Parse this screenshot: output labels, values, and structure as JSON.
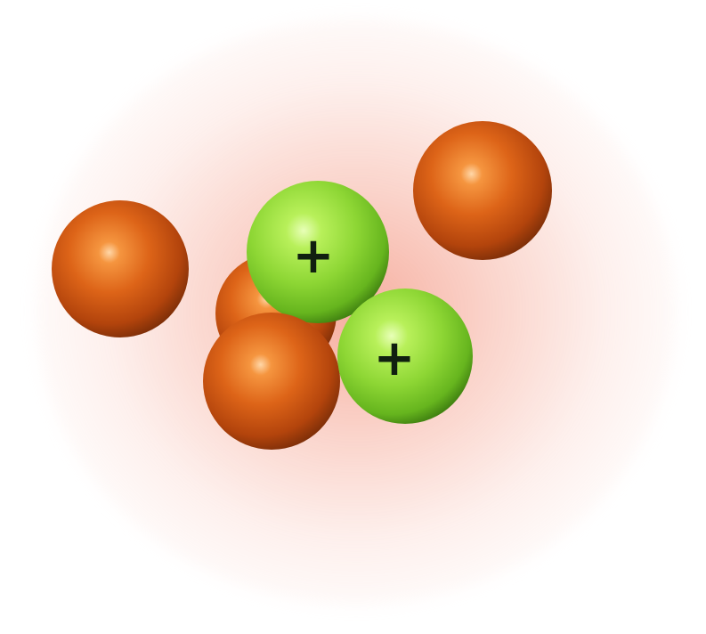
{
  "scene": {
    "description_labels": [],
    "particles": [
      {
        "kind": "neutral",
        "color": "#d2581a",
        "charge_label": ""
      },
      {
        "kind": "neutral",
        "color": "#d2581a",
        "charge_label": ""
      },
      {
        "kind": "neutral",
        "color": "#d2581a",
        "charge_label": ""
      },
      {
        "kind": "neutral",
        "color": "#d2581a",
        "charge_label": ""
      },
      {
        "kind": "positive",
        "color": "#8fd63a",
        "charge_label": "+"
      },
      {
        "kind": "positive",
        "color": "#8fd63a",
        "charge_label": "+"
      }
    ]
  },
  "colors": {
    "neutron": "#d2581a",
    "proton": "#8fd63a",
    "glow": "#f07a60",
    "background": "#ffffff"
  }
}
